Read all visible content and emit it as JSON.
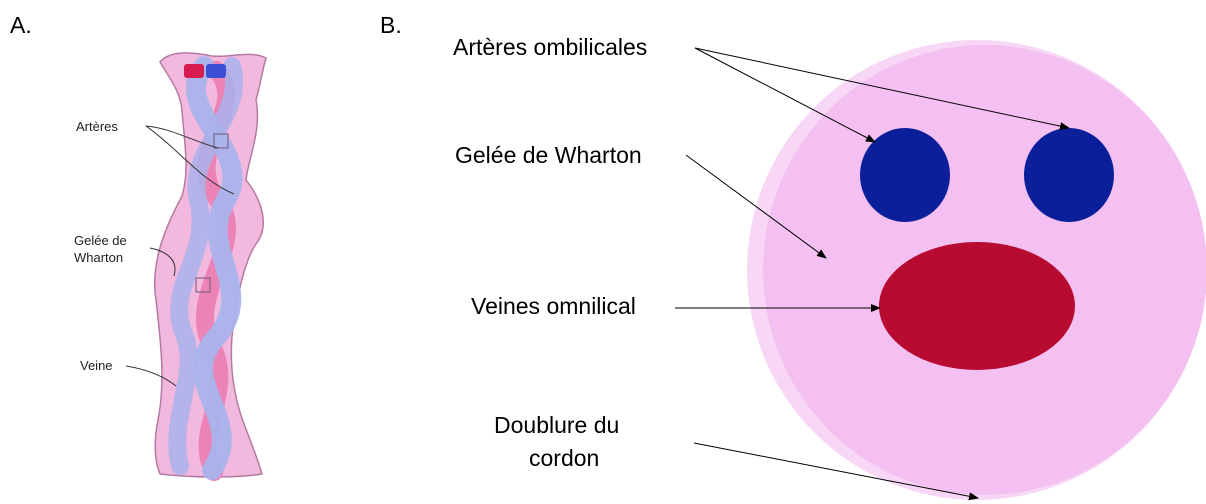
{
  "colors": {
    "cord_outer": "#f8d6f6",
    "cord_inner": "#f4c0f1",
    "artery": "#0a1f99",
    "vein": "#b80b31",
    "cord_a_body": "#f3b8dd",
    "cord_a_outline": "#b47aa2",
    "vessel_a_blue": "#a9b3ec",
    "vessel_a_pink": "#ec83b6",
    "arrow": "#000000"
  },
  "panel_a": {
    "letter": "A.",
    "labels": {
      "arteres": "Artères",
      "gelee_line1": "Gelée de",
      "gelee_line2": "Wharton",
      "veine": "Veine"
    }
  },
  "panel_b": {
    "letter": "B.",
    "labels": {
      "arteres_ombilicales": "Artères ombilicales",
      "gelee_wharton": "Gelée de Wharton",
      "veines": "Veines omnilical",
      "doublure_line1": "Doublure du",
      "doublure_line2": "cordon"
    },
    "icons": {
      "arrow": "arrowhead-icon"
    }
  }
}
